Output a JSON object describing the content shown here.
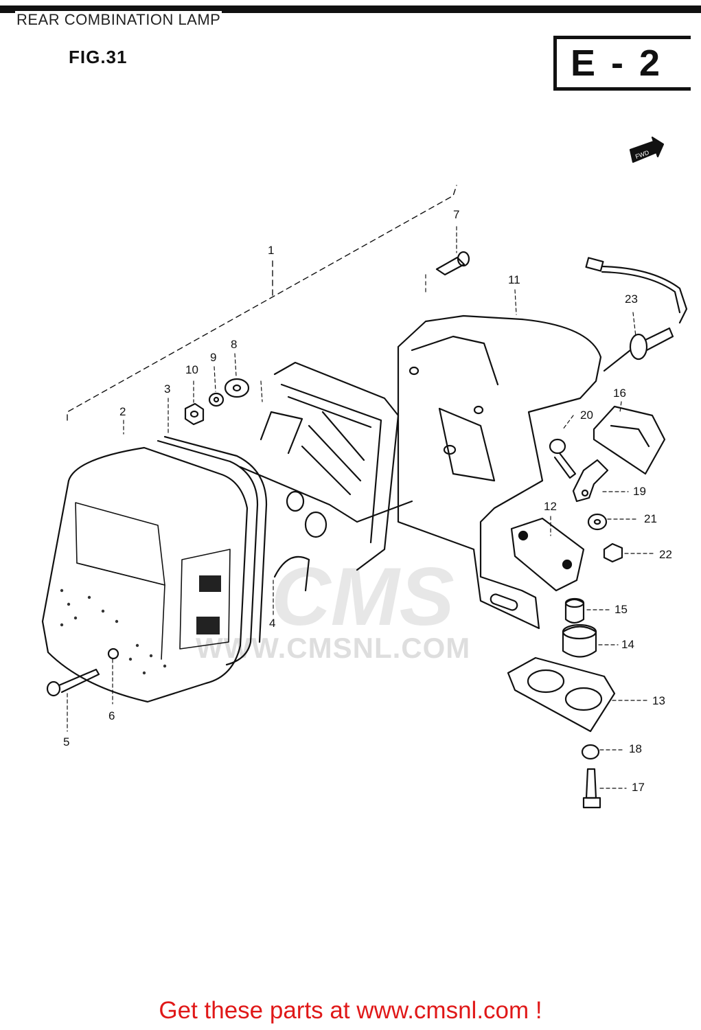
{
  "header": {
    "title": "REAR COMBINATION LAMP",
    "figure": "FIG.31",
    "section": "E - 2",
    "fwd_label": "FWD"
  },
  "watermark": {
    "brand": "CMS",
    "url": "WWW.CMSNL.COM"
  },
  "callouts": [
    "1",
    "2",
    "3",
    "4",
    "5",
    "6",
    "7",
    "8",
    "9",
    "10",
    "11",
    "12",
    "13",
    "14",
    "15",
    "16",
    "17",
    "18",
    "19",
    "20",
    "21",
    "22",
    "23"
  ],
  "footer": {
    "text": "Get these parts at www.cmsnl.com !"
  },
  "colors": {
    "footer": "#e01818",
    "ink": "#111111"
  }
}
